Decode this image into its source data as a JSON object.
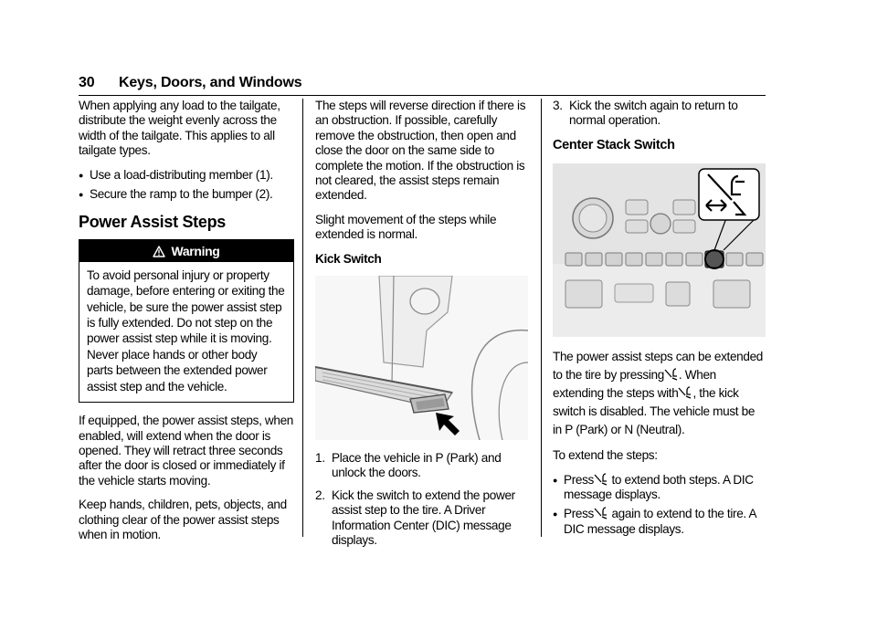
{
  "header": {
    "page_number": "30",
    "section_title": "Keys, Doors, and Windows"
  },
  "col1": {
    "intro": "When applying any load to the tailgate, distribute the weight evenly across the width of the tailgate. This applies to all tailgate types.",
    "bullets": [
      "Use a load-distributing member (1).",
      "Secure the ramp to the bumper (2)."
    ],
    "heading": "Power Assist Steps",
    "warning_title": "Warning",
    "warning_text": "To avoid personal injury or property damage, before entering or exiting the vehicle, be sure the power assist step is fully extended. Do not step on the power assist step while it is moving. Never place hands or other body parts between the extended power assist step and the vehicle.",
    "para1": "If equipped, the power assist steps, when enabled, will extend when the door is opened. They will retract three seconds after the door is closed or immediately if the vehicle starts moving.",
    "para2": "Keep hands, children, pets, objects, and clothing clear of the power assist steps when in motion."
  },
  "col2": {
    "para1": "The steps will reverse direction if there is an obstruction. If possible, carefully remove the obstruction, then open and close the door on the same side to complete the motion. If the obstruction is not cleared, the assist steps remain extended.",
    "para2": "Slight movement of the steps while extended is normal.",
    "kick_label": "Kick Switch",
    "steps": [
      {
        "num": "1.",
        "text": "Place the vehicle in P (Park) and unlock the doors."
      },
      {
        "num": "2.",
        "text": "Kick the switch to extend the power assist step to the tire. A Driver Information Center (DIC) message displays."
      }
    ]
  },
  "col3": {
    "step3_num": "3.",
    "step3_text": "Kick the switch again to return to normal operation.",
    "heading": "Center Stack Switch",
    "para1_a": "The power assist steps can be extended to the tire by pressing",
    "para1_b": ". When extending the steps with",
    "para1_c": ", the kick switch is disabled. The vehicle must be in P (Park) or N (Neutral).",
    "para2": "To extend the steps:",
    "bullet1_a": "Press",
    "bullet1_b": "to extend both steps. A DIC message displays.",
    "bullet2_a": "Press",
    "bullet2_b": "again to extend to the tire. A DIC message displays."
  },
  "icons": {
    "warning": "warning-triangle-icon",
    "step": "power-step-icon",
    "pointer": "arrow-pointer-icon"
  }
}
